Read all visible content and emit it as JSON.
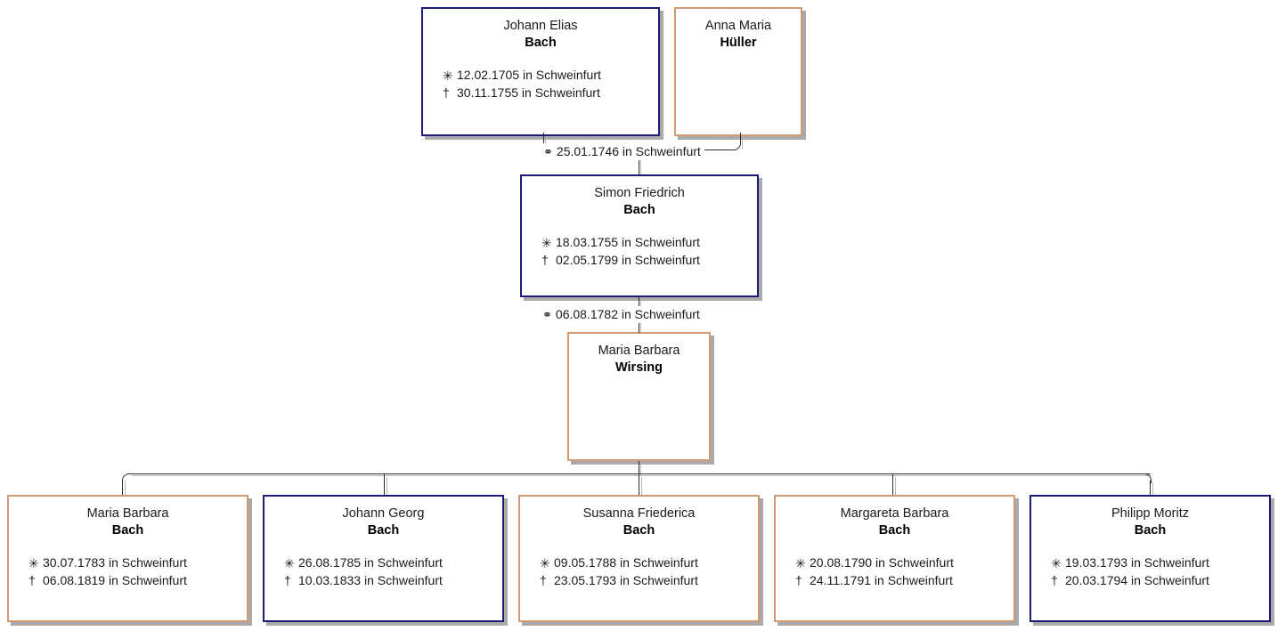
{
  "title": "Bach family descendant chart",
  "symbols": {
    "birth": "✳",
    "death": "†",
    "marriage": "⚭"
  },
  "colors": {
    "male_border": "#1b1b78",
    "female_border": "#d09a72",
    "shadow": "#aaaaaa",
    "line": "#2b2b2b",
    "background": "#ffffff",
    "text": "#1a1a1a"
  },
  "people": {
    "father": {
      "given": "Johann Elias",
      "surname": "Bach",
      "sex": "male",
      "birth": "12.02.1705 in Schweinfurt",
      "death": "30.11.1755 in Schweinfurt"
    },
    "mother": {
      "given": "Anna Maria",
      "surname": "Hüller",
      "sex": "female",
      "birth": "",
      "death": ""
    },
    "son": {
      "given": "Simon Friedrich",
      "surname": "Bach",
      "sex": "male",
      "birth": "18.03.1755 in Schweinfurt",
      "death": "02.05.1799 in Schweinfurt"
    },
    "son_wife": {
      "given": "Maria Barbara",
      "surname": "Wirsing",
      "sex": "female",
      "birth": "",
      "death": ""
    }
  },
  "marriages": [
    {
      "id": "m1",
      "label": "25.01.1746 in Schweinfurt"
    },
    {
      "id": "m2",
      "label": "06.08.1782 in Schweinfurt"
    }
  ],
  "children": [
    {
      "given": "Maria Barbara",
      "surname": "Bach",
      "sex": "female",
      "birth": "30.07.1783 in Schweinfurt",
      "death": "06.08.1819 in Schweinfurt"
    },
    {
      "given": "Johann Georg",
      "surname": "Bach",
      "sex": "male",
      "birth": "26.08.1785 in Schweinfurt",
      "death": "10.03.1833 in Schweinfurt"
    },
    {
      "given": "Susanna Friederica",
      "surname": "Bach",
      "sex": "female",
      "birth": "09.05.1788 in Schweinfurt",
      "death": "23.05.1793 in Schweinfurt"
    },
    {
      "given": "Margareta Barbara",
      "surname": "Bach",
      "sex": "female",
      "birth": "20.08.1790 in Schweinfurt",
      "death": "24.11.1791 in Schweinfurt"
    },
    {
      "given": "Philipp Moritz",
      "surname": "Bach",
      "sex": "male",
      "birth": "19.03.1793 in Schweinfurt",
      "death": "20.03.1794 in Schweinfurt"
    }
  ]
}
